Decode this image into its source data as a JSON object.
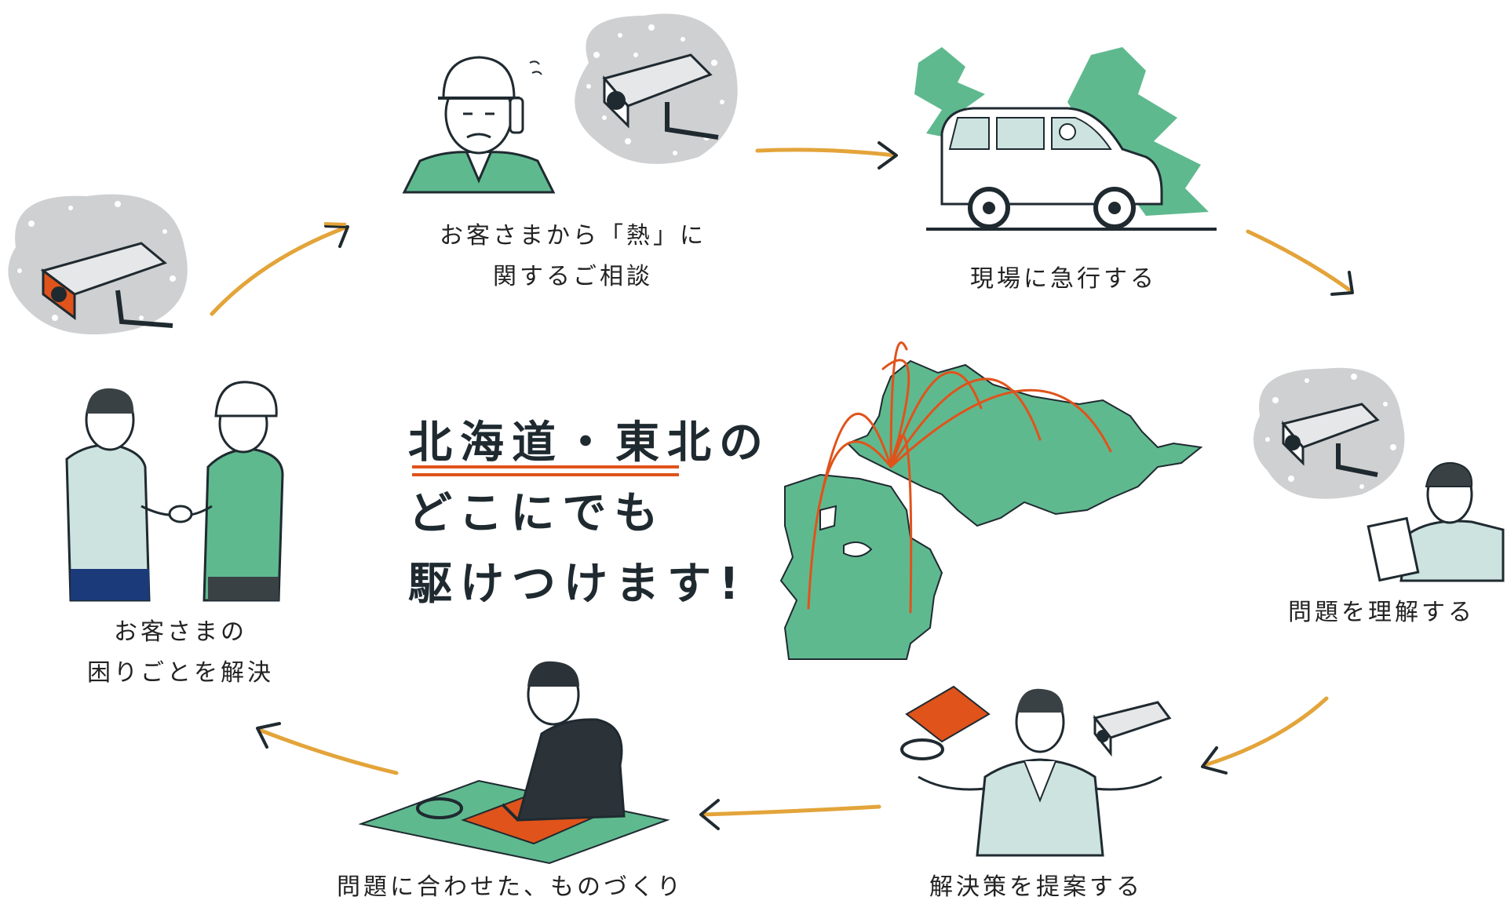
{
  "headline": {
    "line1": "北海道・東北の",
    "line2": "どこにでも",
    "line3": "駆けつけます!"
  },
  "steps": [
    {
      "id": "consult",
      "line1": "お客さまから「熱」に",
      "line2": "関するご相談"
    },
    {
      "id": "rush",
      "line1": "現場に急行する"
    },
    {
      "id": "understand",
      "line1": "問題を理解する"
    },
    {
      "id": "propose",
      "line1": "解決策を提案する"
    },
    {
      "id": "build",
      "line1": "問題に合わせた、ものづくり"
    },
    {
      "id": "solve",
      "line1": "お客さまの",
      "line2": "困りごとを解決"
    }
  ],
  "colors": {
    "accent_orange": "#e0531b",
    "arrow_gold": "#e3a43a",
    "green": "#5fb98f",
    "jacket_green": "#5fb98f",
    "suit_blue": "#cde3e0",
    "dark": "#1f2a30",
    "snow_gray": "#cfd0d2"
  },
  "icons": [
    "camera-icon",
    "truck-icon",
    "map-icon",
    "handshake-icon",
    "worker-icon",
    "blueprint-icon"
  ]
}
